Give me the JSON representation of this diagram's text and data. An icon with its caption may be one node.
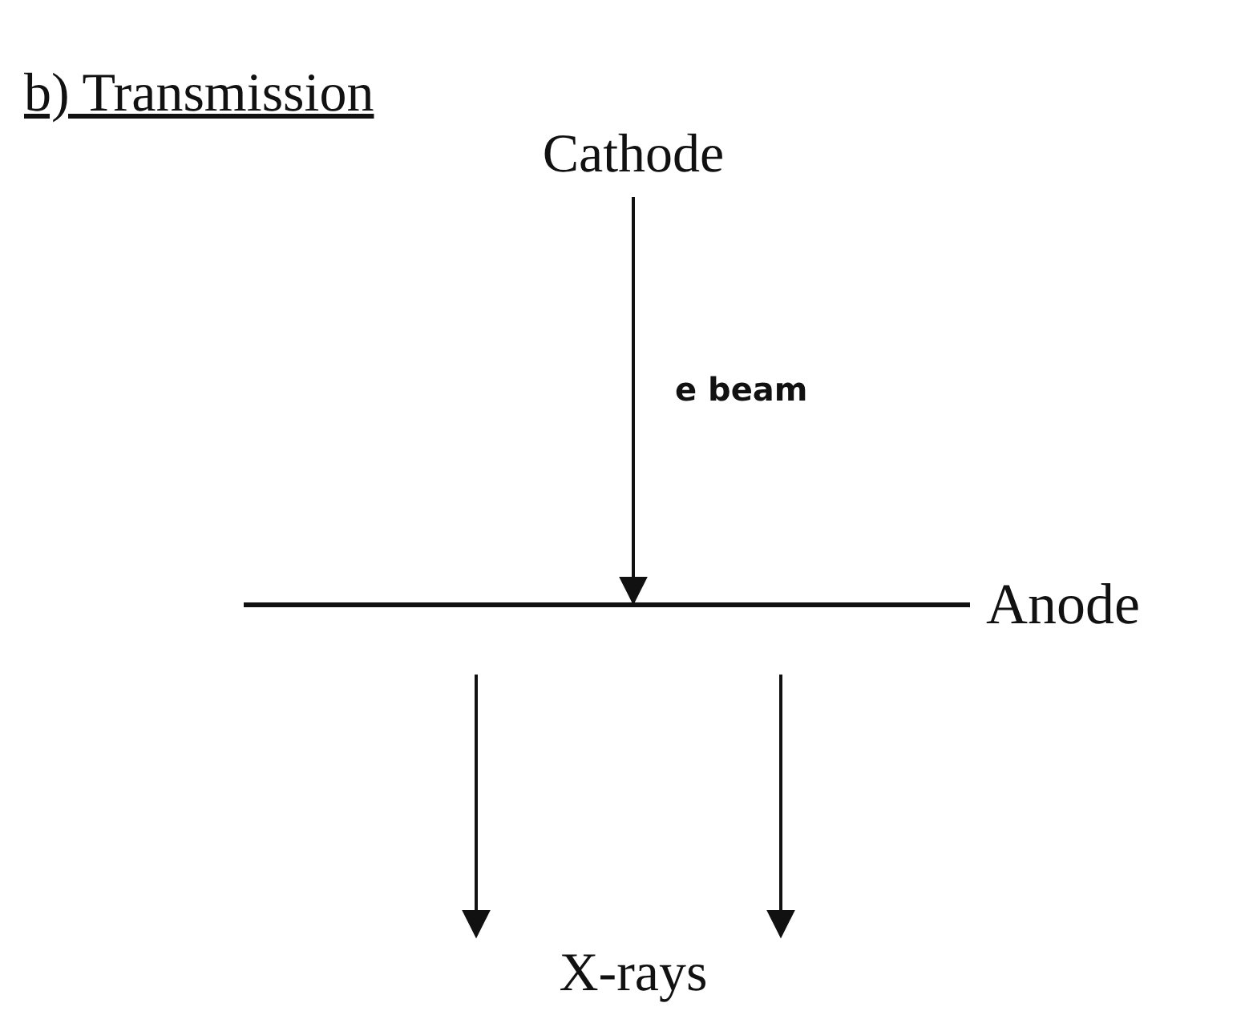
{
  "diagram": {
    "title": "b) Transmission",
    "nodes": [
      {
        "text": [
          "Cathode"
        ]
      },
      {
        "text": [],
        "shape": "bar",
        "beside": [
          "Anode"
        ]
      },
      {
        "text": [
          "X-rays"
        ]
      }
    ],
    "edges": [
      {
        "from": 0,
        "to": 1,
        "arrow": "to",
        "label": "e beam"
      },
      {
        "from": 1,
        "to": 2,
        "arrow": "to"
      },
      {
        "from": 1,
        "to": 2,
        "arrow": "to"
      }
    ]
  }
}
